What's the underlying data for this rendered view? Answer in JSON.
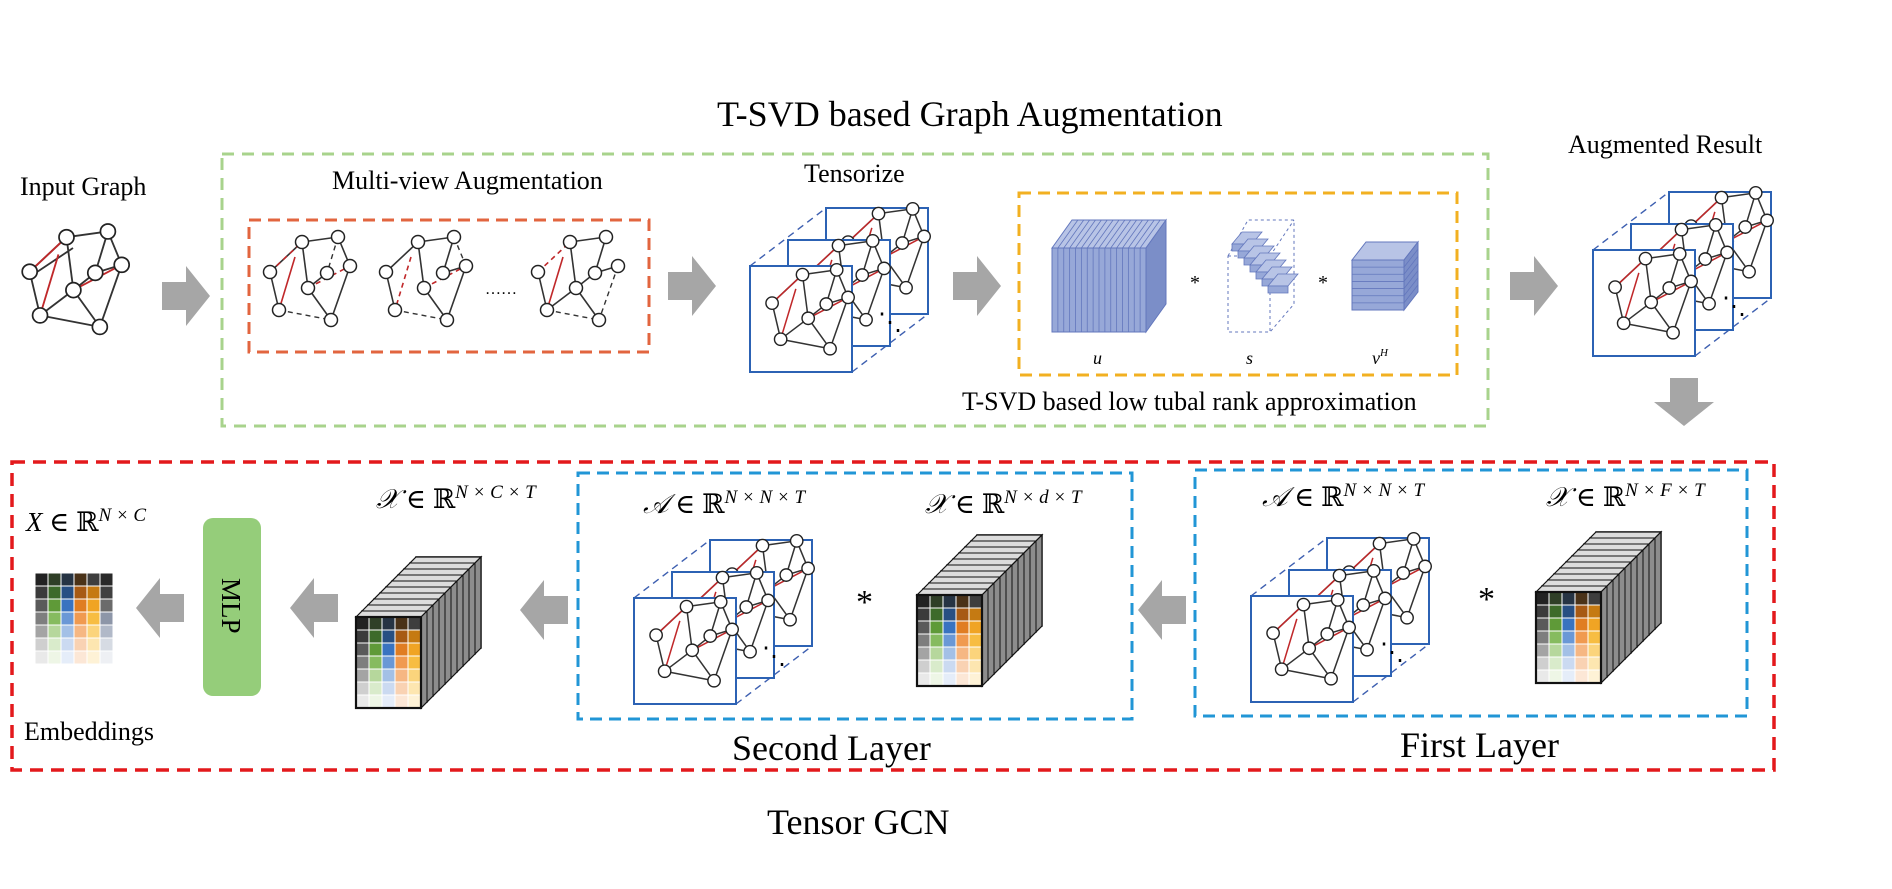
{
  "title": "T-SVD based Graph Augmentation",
  "input_graph_label": "Input Graph",
  "multiview_label": "Multi-view Augmentation",
  "multiview_dots": "……",
  "tensorize_label": "Tensorize",
  "augmented_label": "Augmented Result",
  "tsvd_caption": "T-SVD based low tubal rank approximation",
  "svd_factors": {
    "u": "u",
    "s": "s",
    "vh": "v",
    "vh_sup": "H",
    "star": "*"
  },
  "tensor_gcn_label": "Tensor GCN",
  "first_layer_label": "First Layer",
  "second_layer_label": "Second Layer",
  "mlp_label": "MLP",
  "embeddings_label": "Embeddings",
  "star": "*",
  "ellipsis": "⋱",
  "math": {
    "x_out_lhs": "X ∈ ",
    "x_out_set": "ℝ",
    "x_out_sup": "N × C",
    "x_ct_lhs": "𝒳 ∈ ",
    "x_ct_set": "ℝ",
    "x_ct_sup": "N × C × T",
    "a_second_lhs": "𝒜 ∈ ",
    "a_second_set": "ℝ",
    "a_second_sup": "N × N × T",
    "x_d_lhs": "𝒳 ∈ ",
    "x_d_set": "ℝ",
    "x_d_sup": "N × d × T",
    "a_first_lhs": "𝒜 ∈ ",
    "a_first_set": "ℝ",
    "a_first_sup": "N × N × T",
    "x_f_lhs": "𝒳 ∈ ",
    "x_f_set": "ℝ",
    "x_f_sup": "N × F × T"
  },
  "colors": {
    "green_dash": "#a8d38c",
    "orange_dash": "#e2653f",
    "yellow_dash": "#f2b021",
    "red_dash": "#e3191c",
    "blue_dash": "#2196d6",
    "frame_blue": "#2c62b4",
    "edge_red": "#c0282a",
    "arrow_gray": "#a6a6a6",
    "mlp_green": "#95cd7a",
    "slab_blue": "#97a8d8",
    "slab_stroke": "#6377bd"
  },
  "matrix_colors": [
    [
      "#222222",
      "#2f3f27",
      "#263444",
      "#4a3218",
      "#3e3e3e",
      "#2a2a2a"
    ],
    [
      "#3b3b3b",
      "#3d6a2a",
      "#274f83",
      "#a75a14",
      "#c57a12",
      "#404040"
    ],
    [
      "#5a5a5a",
      "#5f9a38",
      "#3973c0",
      "#e07d22",
      "#f0a424",
      "#6b6b6b"
    ],
    [
      "#7e7e7e",
      "#86bb5f",
      "#6a98d6",
      "#f09a50",
      "#f7bd42",
      "#8d96a8"
    ],
    [
      "#a4a4a4",
      "#b6d79c",
      "#a3c0e6",
      "#f6b783",
      "#fbd47c",
      "#b1b9c8"
    ],
    [
      "#cfcfcf",
      "#d9ebcb",
      "#cbdaf1",
      "#f9d2b3",
      "#fde6b0",
      "#d6dbe3"
    ],
    [
      "#e9e9e9",
      "#eef6e6",
      "#e5edf9",
      "#fce7d6",
      "#fef2d6",
      "#eef0f4"
    ]
  ]
}
